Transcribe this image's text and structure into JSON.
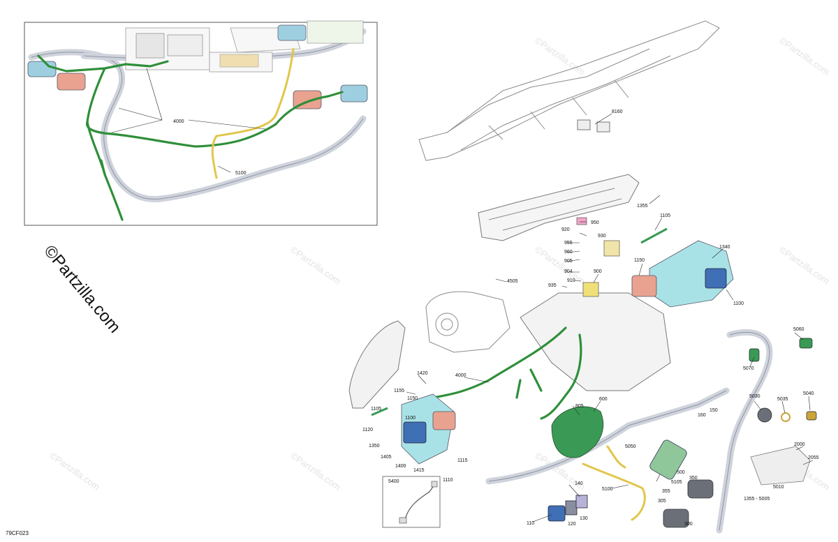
{
  "figure_code": "79CF023",
  "brand_text": "©Partzilla.com",
  "watermark_text": "©Partzilla.com",
  "colors": {
    "harness_green": "#2f8f3a",
    "harness_yellow": "#e1c64a",
    "connector_blue": "#3f6fb5",
    "salmon": "#e8a28f",
    "light_blue": "#9ecfe0",
    "cyan_bracket": "#a9e2e6",
    "pink": "#f1a5c8",
    "gray_part": "#6b6f78"
  },
  "inset_labels": {
    "harness": "4000",
    "yellow_harness": "5100"
  },
  "callouts": {
    "c8160": "8160",
    "c1355a": "1355",
    "c1105a": "1105",
    "c950": "950",
    "c920": "920",
    "c930": "930",
    "c955": "955",
    "c960": "960",
    "c905": "905",
    "c904": "904",
    "c900": "900",
    "c910": "910",
    "c935": "935",
    "c4505": "4505",
    "c1150a": "1150",
    "c1340": "1340",
    "c1100a": "1100",
    "c5060": "5060",
    "c5070": "5070",
    "c1420": "1420",
    "c4000": "4000",
    "c1155": "1155",
    "c1150b": "1150",
    "c1105b": "1105",
    "c1100b": "1100",
    "c1120": "1120",
    "c1350": "1350",
    "c1405": "1405",
    "c1400": "1400",
    "c1415": "1415",
    "c1115": "1115",
    "c1110": "1110",
    "c805": "805",
    "c600": "600",
    "c150": "150",
    "c160": "160",
    "c5030": "5030",
    "c5035": "5035",
    "c5040": "5040",
    "c500": "500",
    "c5050": "5050",
    "c5105": "5105",
    "c355": "355",
    "c350": "350",
    "c5100": "5100",
    "c140": "140",
    "c305": "305",
    "c300": "300",
    "c110": "110",
    "c120": "120",
    "c130": "130",
    "c2000": "2000",
    "c2055": "2055",
    "c5010": "5010",
    "c1355b": "1355 - 5005",
    "c5400": "5400"
  }
}
